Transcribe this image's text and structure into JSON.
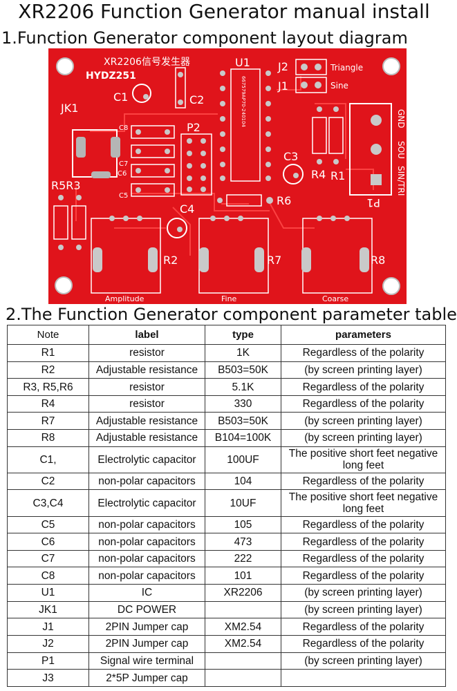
{
  "page_title": "XR2206 Function Generator manual install",
  "section1_title": "1.Function Generator component layout diagram",
  "section2_title": "2.The Function Generator component parameter table",
  "board": {
    "title": "XR2206信号发生器",
    "model": "HYDZ251",
    "chip_marking": "667579AP70-240104",
    "labels": {
      "u1": "U1",
      "j2": "J2",
      "j1": "J1",
      "triangle": "Triangle",
      "sine": "Sine",
      "c1": "C1",
      "c2": "C2",
      "jk1": "JK1",
      "c8": "C8",
      "c7": "C7",
      "c6": "C6",
      "c5": "C5",
      "p2": "P2",
      "c3": "C3",
      "r4": "R4",
      "r1": "R1",
      "gnd": "GND",
      "sou": "SOU",
      "sintri": "SIN/TRI",
      "p1": "P1",
      "r5r3": "R5R3",
      "c4": "C4",
      "r6": "R6",
      "r2": "R2",
      "r7": "R7",
      "r8": "R8",
      "amplitude": "Amplitude",
      "fine": "Fine",
      "coarse": "Coarse"
    }
  },
  "table": {
    "headers": [
      "Note",
      "label",
      "type",
      "parameters"
    ],
    "rows": [
      [
        "R1",
        "resistor",
        "1K",
        "Regardless of the polarity"
      ],
      [
        "R2",
        "Adjustable resistance",
        "B503=50K",
        "(by screen printing layer)"
      ],
      [
        "R3, R5,R6",
        "resistor",
        "5.1K",
        "Regardless of the polarity"
      ],
      [
        "R4",
        "resistor",
        "330",
        "Regardless of the polarity"
      ],
      [
        "R7",
        "Adjustable resistance",
        "B503=50K",
        "(by screen printing layer)"
      ],
      [
        "R8",
        "Adjustable resistance",
        "B104=100K",
        "(by screen printing layer)"
      ],
      [
        "C1,",
        "Electrolytic capacitor",
        "100UF",
        "The positive short feet negative long feet"
      ],
      [
        "C2",
        "non-polar capacitors",
        "104",
        "Regardless of the polarity"
      ],
      [
        "C3,C4",
        "Electrolytic capacitor",
        "10UF",
        "The positive short feet negative long feet"
      ],
      [
        "C5",
        "non-polar capacitors",
        "105",
        "Regardless of the polarity"
      ],
      [
        "C6",
        "non-polar capacitors",
        "473",
        "Regardless of the polarity"
      ],
      [
        "C7",
        "non-polar capacitors",
        "222",
        "Regardless of the polarity"
      ],
      [
        "C8",
        "non-polar capacitors",
        "101",
        "Regardless of the polarity"
      ],
      [
        "U1",
        "IC",
        "XR2206",
        "(by screen printing layer)"
      ],
      [
        "JK1",
        "DC POWER",
        "",
        "(by screen printing layer)"
      ],
      [
        "J1",
        "2PIN Jumper cap",
        "XM2.54",
        "Regardless of the polarity"
      ],
      [
        "J2",
        "2PIN Jumper cap",
        "XM2.54",
        "Regardless of the polarity"
      ],
      [
        "P1",
        "Signal wire terminal",
        "",
        "(by screen printing layer)"
      ],
      [
        "J3",
        "2*5P Jumper cap",
        "",
        ""
      ]
    ]
  },
  "colors": {
    "board": "#e0141b",
    "silk": "#ffffff",
    "pad": "#c9c9c9",
    "trace": "#ff3b3b"
  }
}
